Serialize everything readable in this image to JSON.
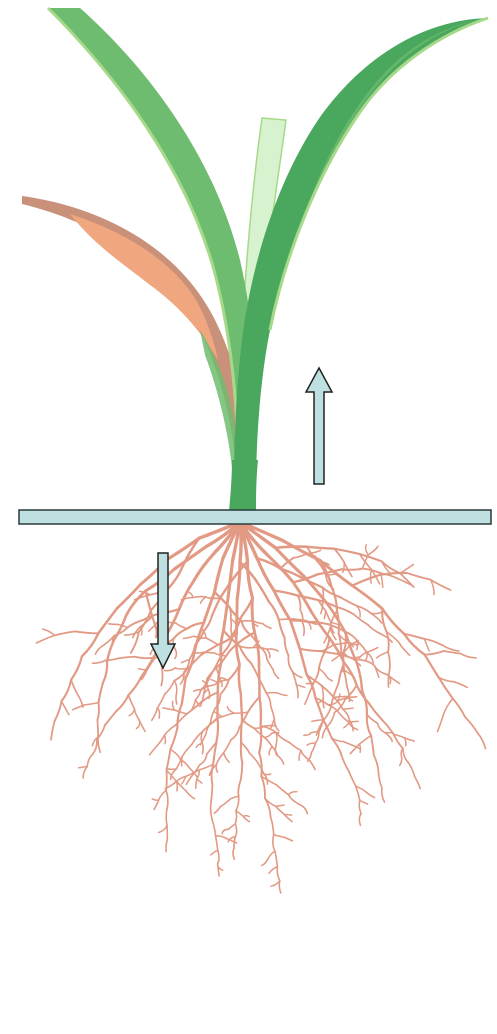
{
  "diagram": {
    "type": "plant-root-shoot",
    "colors": {
      "background": "#ffffff",
      "leaf_dark": "#4aa85e",
      "leaf_mid": "#6ebc6f",
      "leaf_light": "#d7f2cf",
      "leaf_edge": "#a7d98a",
      "leaf_old": "#c9917a",
      "leaf_old_patch": "#f0a77f",
      "root": "#e29a85",
      "ground_bar": "#bfe0e0",
      "ground_outline": "#2a3a3a",
      "arrow_fill": "#bfe0e0",
      "arrow_outline": "#222222"
    },
    "arrows": [
      {
        "name": "upward-arrow",
        "direction": "up"
      },
      {
        "name": "downward-arrow",
        "direction": "down"
      }
    ],
    "parts": [
      "shoot",
      "ground-surface",
      "root-system"
    ]
  }
}
